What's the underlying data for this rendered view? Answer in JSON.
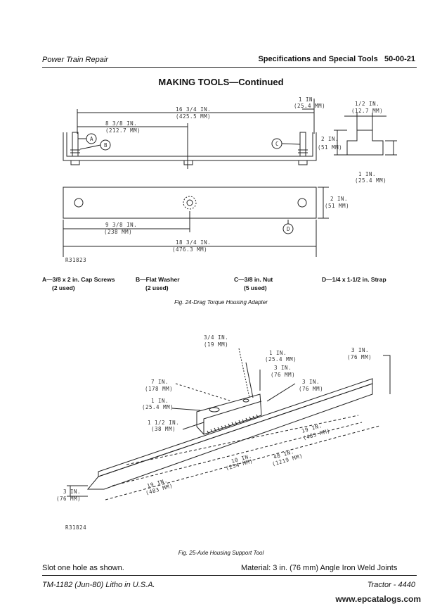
{
  "header": {
    "left": "Power Train Repair",
    "right": "Specifications and Special Tools   50-00-21"
  },
  "section_title": "MAKING TOOLS—Continued",
  "figure1": {
    "dims": {
      "overall_top": "16 3/4 IN.",
      "overall_top_mm": "(425.5 MM)",
      "inner_top": "8 3/8 IN.",
      "inner_top_mm": "(212.7 MM)",
      "right_1in": "1 IN.",
      "right_1in_mm": "(25.4 MM)",
      "side_half": "1/2 IN.",
      "side_half_mm": "(12.7 MM)",
      "side_2in": "2 IN.",
      "side_2in_mm": "(51 MM)",
      "side_1in": "1 IN.",
      "side_1in_mm": "(25.4 MM)",
      "plan_2in": "2 IN.",
      "plan_2in_mm": "(51 MM)",
      "plan_inner": "9 3/8 IN.",
      "plan_inner_mm": "(238 MM)",
      "plan_overall": "18 3/4 IN.",
      "plan_overall_mm": "(476.3 MM)"
    },
    "callouts": [
      "A",
      "B",
      "C",
      "D"
    ],
    "code": "R31823",
    "legend": [
      {
        "line1": "A—3/8 x 2 in. Cap Screws",
        "line2": "(2 used)"
      },
      {
        "line1": "B—Flat Washer",
        "line2": "(2 used)"
      },
      {
        "line1": "C—3/8 in. Nut",
        "line2": "(5 used)"
      },
      {
        "line1": "D—1/4 x 1-1/2 in. Strap",
        "line2": ""
      }
    ],
    "caption": "Fig. 24-Drag Torque Housing Adapter"
  },
  "figure2": {
    "dims": {
      "d34": "3/4 IN.",
      "d34_mm": "(19 MM)",
      "d1a": "1 IN.",
      "d1a_mm": "(25.4 MM)",
      "d3a": "3 IN.",
      "d3a_mm": "(76 MM)",
      "d3b": "3 IN.",
      "d3b_mm": "(76 MM)",
      "d3c": "3 IN.",
      "d3c_mm": "(76 MM)",
      "d7": "7 IN.",
      "d7_mm": "(178 MM)",
      "d1b": "1 IN.",
      "d1b_mm": "(25.4 MM)",
      "d112": "1 1/2 IN.",
      "d112_mm": "(38 MM)",
      "d19a": "19 IN.",
      "d19a_mm": "(483 MM)",
      "d48": "48 IN.",
      "d48_mm": "(1219 MM)",
      "d10": "10 IN.",
      "d10_mm": "(254 MM)",
      "d19b": "19 IN.",
      "d19b_mm": "(483 MM)",
      "d3d": "3 IN.",
      "d3d_mm": "(76 MM)"
    },
    "code": "R31824",
    "caption": "Fig. 25-Axle Housing Support Tool"
  },
  "notes": {
    "left": "Slot one hole as shown.",
    "right": "Material: 3 in. (76 mm) Angle Iron Weld Joints"
  },
  "footer": {
    "left": "TM-1182 (Jun-80) Litho in U.S.A.",
    "right": "Tractor - 4440"
  },
  "watermark": "www.epcatalogs.com"
}
